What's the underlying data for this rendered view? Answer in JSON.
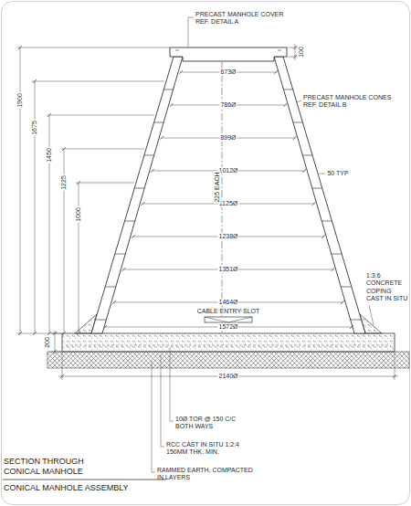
{
  "diagram": {
    "title": "SECTION THROUGH CONICAL MANHOLE",
    "caption": "CONICAL MANHOLE ASSEMBLY",
    "labels": [
      "PRECAST MANHOLE COVER REF. DETAIL A",
      "100",
      "673Ø",
      "786Ø",
      "899Ø",
      "1012Ø",
      "1125Ø",
      "1238Ø",
      "1351Ø",
      "1464Ø",
      "PRECAST MANHOLE CONES REF. DETAIL B",
      "50 TYP",
      "1900",
      "1675",
      "1450",
      "1225",
      "1000",
      "225 EACH",
      "1:3:6 CONCRETE COPING CAST IN SITU",
      "CABLE ENTRY SLOT",
      "1572Ø",
      "200",
      "2140Ø",
      "10Ø TOR @ 150 C/C BOTH WAYS",
      "RCC CAST IN SITU 1:2:4 150MM THK. MIN.",
      "RAMMED EARTH, COMPACTED IN LAYERS"
    ]
  }
}
